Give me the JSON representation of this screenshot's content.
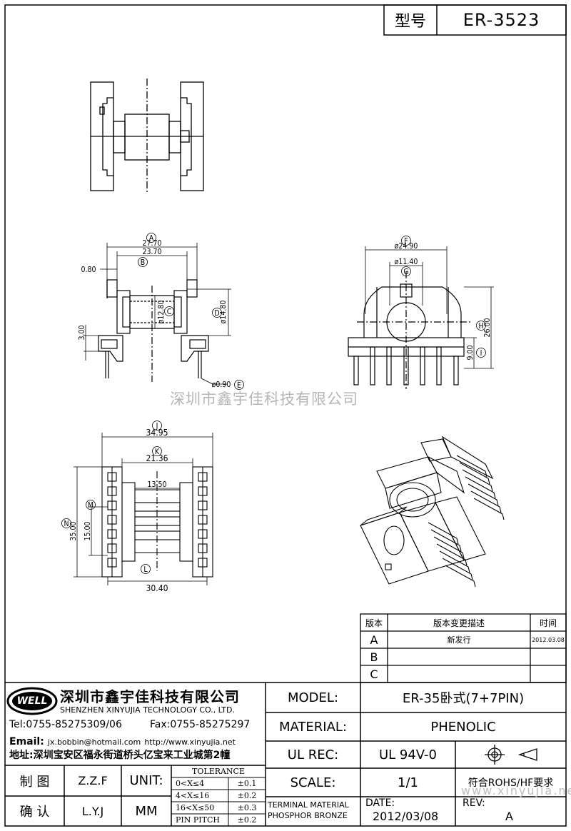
{
  "header": {
    "label": "型号",
    "part_no": "ER-3523"
  },
  "watermark": {
    "center": "深圳市鑫宇佳科技有限公司",
    "corner": "www.xinyujia.net"
  },
  "side_view": {
    "dims": {
      "a": "27.70",
      "b": "23.70",
      "c": "ø12.80",
      "d": "ø14.80",
      "e": "ø0.90",
      "flange": "0.80",
      "base": "3.00"
    },
    "circles": {
      "a": "A",
      "b": "B",
      "c": "C",
      "d": "D",
      "e": "E"
    }
  },
  "front_view": {
    "dims": {
      "f": "ø24.90",
      "g": "ø11.40",
      "h": "26.00",
      "i": "9.00"
    },
    "circles": {
      "f": "F",
      "g": "G",
      "h": "H",
      "i": "I"
    }
  },
  "bottom_view": {
    "dims": {
      "j": "34.95",
      "k": "21.36",
      "slot": "13.50",
      "m": "15.00",
      "n": "35.00",
      "l": "30.40"
    },
    "circles": {
      "j": "J",
      "k": "K",
      "m": "M",
      "n": "N",
      "l": "L"
    }
  },
  "revision_table": {
    "headers": {
      "version": "版本",
      "description": "版本变更描述",
      "time": "时间"
    },
    "rows": [
      {
        "version": "A",
        "description": "新发行",
        "time": "2012.03.08"
      },
      {
        "version": "B",
        "description": "",
        "time": ""
      },
      {
        "version": "C",
        "description": "",
        "time": ""
      }
    ]
  },
  "company": {
    "logo": "WELL",
    "name_cn": "深圳市鑫宇佳科技有限公司",
    "name_en": "SHENZHEN XINYUJIA TECHNOLOGY CO., LTD.",
    "tel": "Tel:0755-85275309/06",
    "fax": "Fax:0755-85275297",
    "email_label": "Email:",
    "email": "jx.bobbin@hotmail.com",
    "website": "http://www.xinyujia.net",
    "address": "地址:深圳宝安区福永街道桥头亿宝来工业城第2幢"
  },
  "title_block": {
    "model_label": "MODEL:",
    "model_value": "ER-35卧式(7+7PIN)",
    "material_label": "MATERIAL:",
    "material_value": "PHENOLIC",
    "ul_label": "UL REC:",
    "ul_value": "UL 94V-0",
    "scale_label": "SCALE:",
    "scale_value": "1/1",
    "rohs": "符合ROHS/HF要求",
    "terminal_line1": "TERMINAL MATERIAL",
    "terminal_line2": "PHOSPHOR BRONZE",
    "date_label": "DATE:",
    "date_value": "2012/03/08",
    "rev_label": "REV:",
    "rev_value": "A",
    "drawn_label": "制 图",
    "drawn_value": "Z.Z.F",
    "check_label": "确 认",
    "check_value": "L.Y.J",
    "unit_label": "UNIT:",
    "unit_value": "MM",
    "tolerance_title": "TOLERANCE",
    "tolerances": [
      {
        "range": "0<X≤4",
        "value": "±0.1"
      },
      {
        "range": "4<X≤16",
        "value": "±0.2"
      },
      {
        "range": "16<X≤50",
        "value": "±0.3"
      },
      {
        "range": "PIN PITCH",
        "value": "±0.2"
      }
    ]
  }
}
